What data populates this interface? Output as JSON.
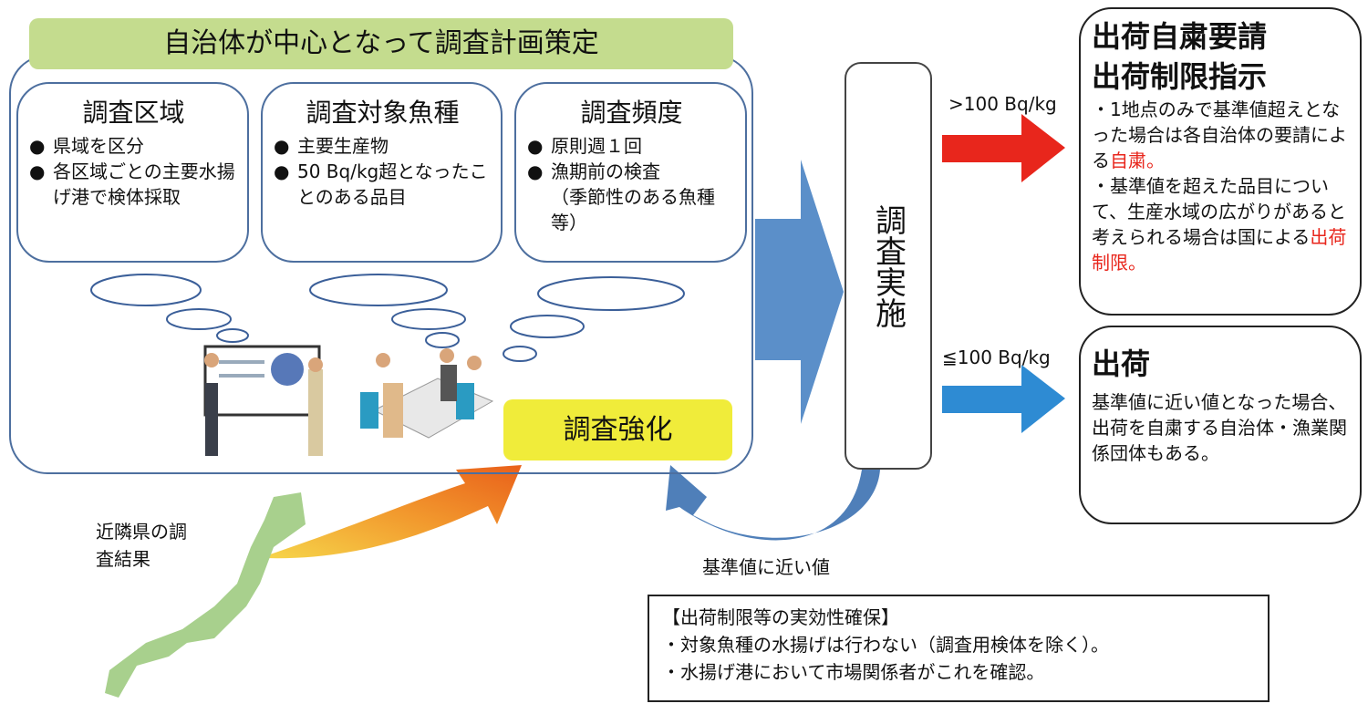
{
  "title": "自治体が中心となって調査計画策定",
  "boxes": [
    {
      "heading": "調査区域",
      "items": [
        "県域を区分",
        "各区域ごとの主要水揚げ港で検体採取"
      ]
    },
    {
      "heading": "調査対象魚種",
      "items": [
        "主要生産物",
        "50 Bq/kg超となったことのある品目"
      ]
    },
    {
      "heading": "調査頻度",
      "items": [
        "原則週１回",
        "漁期前の検査",
        "（季節性のある魚種等）"
      ]
    }
  ],
  "strengthen": "調査強化",
  "implementation": "調査実施",
  "above_label": ">100 Bq/kg",
  "below_label": "≦100 Bq/kg",
  "restrict": {
    "title1": "出荷自粛要請",
    "title2": "出荷制限指示",
    "p1": "・1地点のみで基準値超えとなった場合は各自治体の要請による",
    "p1_red": "自粛。",
    "p2": "・基準値を超えた品目について、生産水域の広がりがあると考えられる場合は国による",
    "p2_red": "出荷制限。"
  },
  "ship": {
    "title": "出荷",
    "text": "基準値に近い値となった場合、出荷を自粛する自治体・漁業関係団体もある。"
  },
  "near_value": "基準値に近い値",
  "neighbor": "近隣県の調査結果",
  "effect": {
    "title": "【出荷制限等の実効性確保】",
    "items": [
      "・対象魚種の水揚げは行わない（調査用検体を除く）。",
      "・水揚げ港において市場関係者がこれを確認。"
    ]
  },
  "colors": {
    "green": "#c4dc8e",
    "yellow": "#f0ec3a",
    "red_arrow": "#e8261c",
    "blue_arrow": "#2e8bd3",
    "big_arrow": "#5b8fc9",
    "map": "#a8d08d"
  }
}
